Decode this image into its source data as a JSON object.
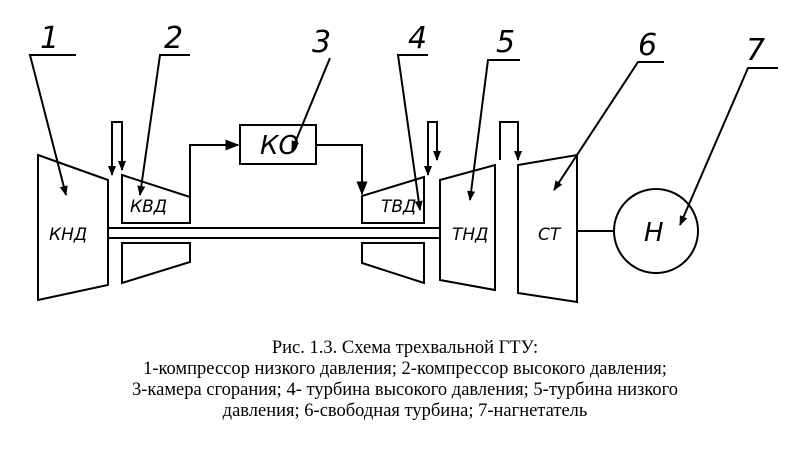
{
  "diagram": {
    "numbers": [
      "1",
      "2",
      "3",
      "4",
      "5",
      "6",
      "7"
    ],
    "labels": {
      "knd": "КНД",
      "kvd": "КВД",
      "ko": "КО",
      "tvd": "ТВД",
      "tnd": "ТНД",
      "st": "СТ",
      "n": "Н"
    }
  },
  "caption": {
    "title": "Рис. 1.3. Схема трехвальной ГТУ:",
    "lines": [
      "1-компрессор низкого давления; 2-компрессор высокого давления;",
      "3-камера сгорания; 4- турбина высокого давления; 5-турбина низкого",
      "давления; 6-свободная турбина; 7-нагнетатель"
    ]
  }
}
